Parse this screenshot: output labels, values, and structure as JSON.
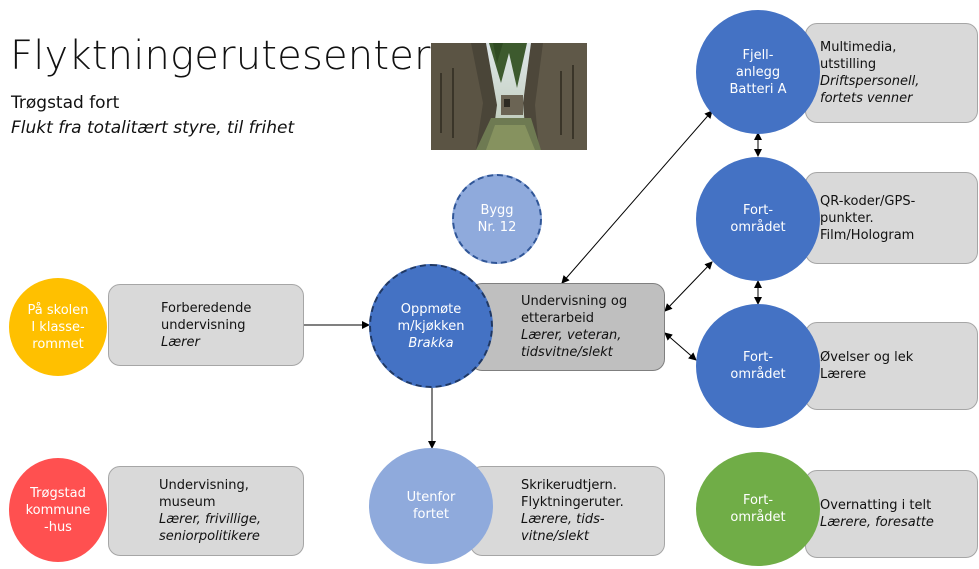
{
  "header": {
    "title": "Flyktningerutesenter",
    "subtitle": "Trøgstad fort",
    "tagline": "Flukt fra totalitært styre, til frihet"
  },
  "colors": {
    "blue_dark": "#4472c4",
    "blue_light": "#8faadc",
    "blue_dashed": "#8faadc",
    "yellow": "#ffc000",
    "red": "#ff5050",
    "green": "#70ad47",
    "box_gray": "#d9d9d9",
    "box_dark": "#bfbfbf"
  },
  "nodes": {
    "skolen": {
      "circle": [
        "På skolen",
        "I klasse-",
        "rommet"
      ],
      "box_lines": [
        "Forberedende",
        "undervisning"
      ],
      "box_italic": [
        "Lærer"
      ]
    },
    "oppmote": {
      "circle": [
        "Oppmøte",
        "m/kjøkken"
      ],
      "circle_italic": "Brakka",
      "box_lines": [
        "Undervisning og",
        "etterarbeid"
      ],
      "box_italic": [
        "Lærer, veteran,",
        "tidsvitne/slekt"
      ]
    },
    "bygg": {
      "circle": [
        "Bygg",
        "Nr. 12"
      ]
    },
    "fjellanlegg": {
      "circle": [
        "Fjell-",
        "anlegg",
        "Batteri A"
      ],
      "box_lines": [
        "Multimedia,",
        "utstilling"
      ],
      "box_italic": [
        "Driftspersonell,",
        "fortets venner"
      ]
    },
    "fort_qr": {
      "circle": [
        "Fort-",
        "området"
      ],
      "box_lines": [
        "QR-koder/GPS-",
        "punkter.",
        "Film/Hologram"
      ]
    },
    "fort_ovelser": {
      "circle": [
        "Fort-",
        "området"
      ],
      "box_lines": [
        "Øvelser og lek",
        "Lærere"
      ]
    },
    "trogstad": {
      "circle": [
        "Trøgstad",
        "kommune",
        "-hus"
      ],
      "box_lines": [
        "Undervisning,",
        "museum"
      ],
      "box_italic": [
        "Lærer, frivillige,",
        "seniorpolitikere"
      ]
    },
    "utenfor": {
      "circle": [
        "Utenfor",
        "fortet"
      ],
      "box_lines": [
        "Skrikerudtjern.",
        "Flyktningeruter."
      ],
      "box_italic": [
        "Lærere, tids-",
        "vitne/slekt"
      ]
    },
    "fort_telt": {
      "circle": [
        "Fort-",
        "området"
      ],
      "box_lines": [
        "Overnatting i telt"
      ],
      "box_italic": [
        "Lærere, foresatte"
      ]
    }
  }
}
